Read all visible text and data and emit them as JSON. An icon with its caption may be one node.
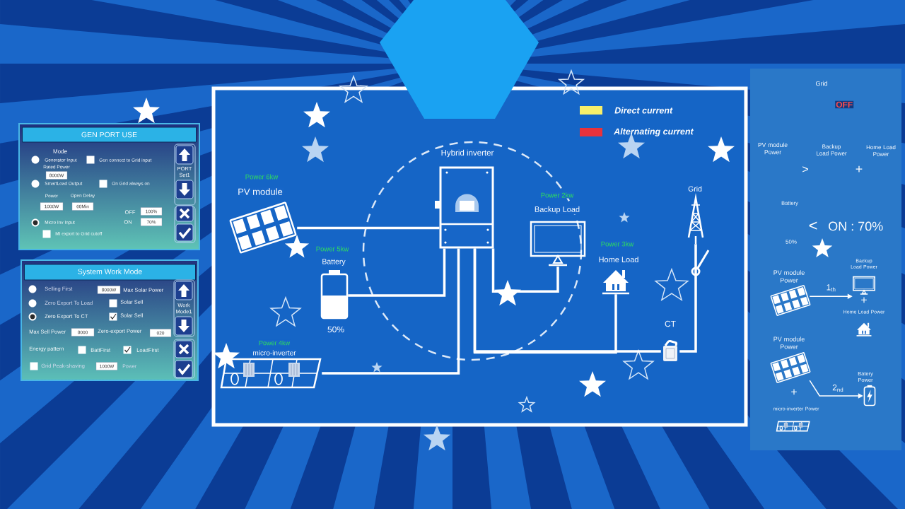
{
  "diagram": {
    "nodes": [
      {
        "text": [
          "Hybrid inverter"
        ]
      },
      {
        "text": [
          "PV module"
        ],
        "beside": [
          "Power 6kw"
        ]
      },
      {
        "text": [
          "Battery",
          "50%"
        ],
        "beside": [
          "Power 5kw"
        ]
      },
      {
        "text": [
          "micro-inverter"
        ],
        "beside": [
          "Power 4kw"
        ]
      },
      {
        "text": [
          "Backup Load"
        ],
        "beside": [
          "Power 2kw"
        ]
      },
      {
        "text": [
          "Home Load"
        ],
        "beside": [
          "Power 3kw"
        ]
      },
      {
        "text": [
          "CT"
        ]
      },
      {
        "text": [
          "Grid"
        ]
      },
      {
        "text": [
          "GEN PORT USE"
        ]
      },
      {
        "text": [
          "System Work Mode"
        ]
      },
      {
        "text": [
          "PV module Power"
        ]
      },
      {
        "text": [
          "Backup Load Power"
        ]
      },
      {
        "text": [
          "Home Load Power"
        ]
      },
      {
        "text": [
          "PV module Power"
        ]
      },
      {
        "text": [
          "micro-inverter Power"
        ]
      },
      {
        "text": [
          "Batery Power"
        ]
      }
    ],
    "edges": [
      {
        "from": 0,
        "to": 1,
        "arrow": "none"
      },
      {
        "from": 0,
        "to": 2,
        "arrow": "none"
      },
      {
        "from": 0,
        "to": 3,
        "arrow": "none"
      },
      {
        "from": 0,
        "to": 4,
        "arrow": "none"
      },
      {
        "from": 0,
        "to": 6,
        "arrow": "none"
      },
      {
        "from": 0,
        "to": 5,
        "arrow": "none"
      },
      {
        "from": 6,
        "to": 7,
        "arrow": "none"
      },
      {
        "from": 10,
        "to": 11,
        "arrow": "to",
        "label": "1$_{th}$"
      },
      {
        "from": 13,
        "to": 15,
        "arrow": "to",
        "label": "2$_{nd}$"
      }
    ],
    "labels": [
      "Mode",
      "Generator Input",
      "Gen connect to Grid input",
      "Rated Power",
      "8000W",
      "SmartLoad Output",
      "On Grid always on",
      "Power",
      "Open Delay",
      "1000W",
      "60Min",
      "OFF",
      "100%",
      "Micro Inv Input",
      "ON",
      "70%",
      "MI export to Grid cutoff",
      "PORT Set1",
      "Selling First",
      "8000W",
      "Max Solar Power",
      "Zero Export To Load",
      "Solar Sell",
      "Zero Export To CT",
      "Solar Sell",
      "Work Mode1",
      "Max Sell Power",
      "8000",
      "Zero-export Power",
      "020",
      "Energy pattern",
      "BattFirst",
      "LoadFirst",
      "Grid Peak-shaving",
      "1000W",
      "Power",
      "Grid",
      "OFF",
      "PV module Power",
      ">",
      "Backup Load Power",
      "+",
      "Home Load Power",
      "Battery",
      "50%",
      "<",
      "ON : 70%",
      "+",
      "+"
    ],
    "legend": [
      {
        "text": "Direct current",
        "color": "#f7ef6a"
      },
      {
        "text": "Alternating current",
        "color": "#e8323c"
      }
    ]
  }
}
